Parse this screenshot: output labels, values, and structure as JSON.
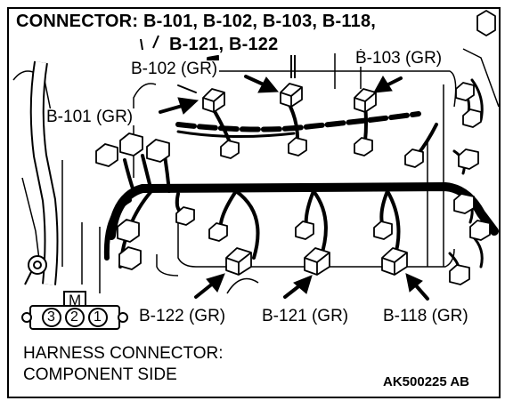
{
  "title": {
    "line1": "CONNECTOR: B-101, B-102, B-103, B-118,",
    "line2": "B-121, B-122"
  },
  "callouts": {
    "b101": "B-101 (GR)",
    "b102": "B-102 (GR)",
    "b103": "B-103 (GR)",
    "b122": "B-122 (GR)",
    "b121": "B-121 (GR)",
    "b118": "B-118 (GR)"
  },
  "connector_symbol": {
    "marker": "M",
    "pins": [
      "3",
      "2",
      "1"
    ]
  },
  "caption": {
    "line1": "HARNESS CONNECTOR:",
    "line2": "COMPONENT SIDE"
  },
  "figure_code": "AK500225 AB"
}
